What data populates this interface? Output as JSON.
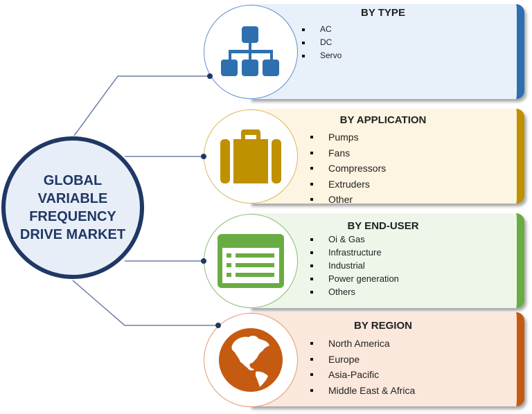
{
  "title": "GLOBAL\nVARIABLE\nFREQUENCY\nDRIVE MARKET",
  "segments": [
    {
      "heading": "BY TYPE",
      "icon": "hierarchy-icon",
      "color": "#2e6fb0",
      "items": [
        "AC",
        "DC",
        "Servo"
      ]
    },
    {
      "heading": "BY APPLICATION",
      "icon": "briefcase-icon",
      "color": "#bf9000",
      "items": [
        "Pumps",
        "Fans",
        "Compressors",
        "Extruders",
        "Other"
      ]
    },
    {
      "heading": "BY END-USER",
      "icon": "list-window-icon",
      "color": "#6aac44",
      "items": [
        "Oi & Gas",
        "Infrastructure",
        "Industrial",
        "Power generation",
        "Others"
      ]
    },
    {
      "heading": "BY REGION",
      "icon": "globe-icon",
      "color": "#c55a11",
      "items": [
        "North America",
        "Europe",
        "Asia-Pacific",
        "Middle East & Africa"
      ]
    }
  ]
}
